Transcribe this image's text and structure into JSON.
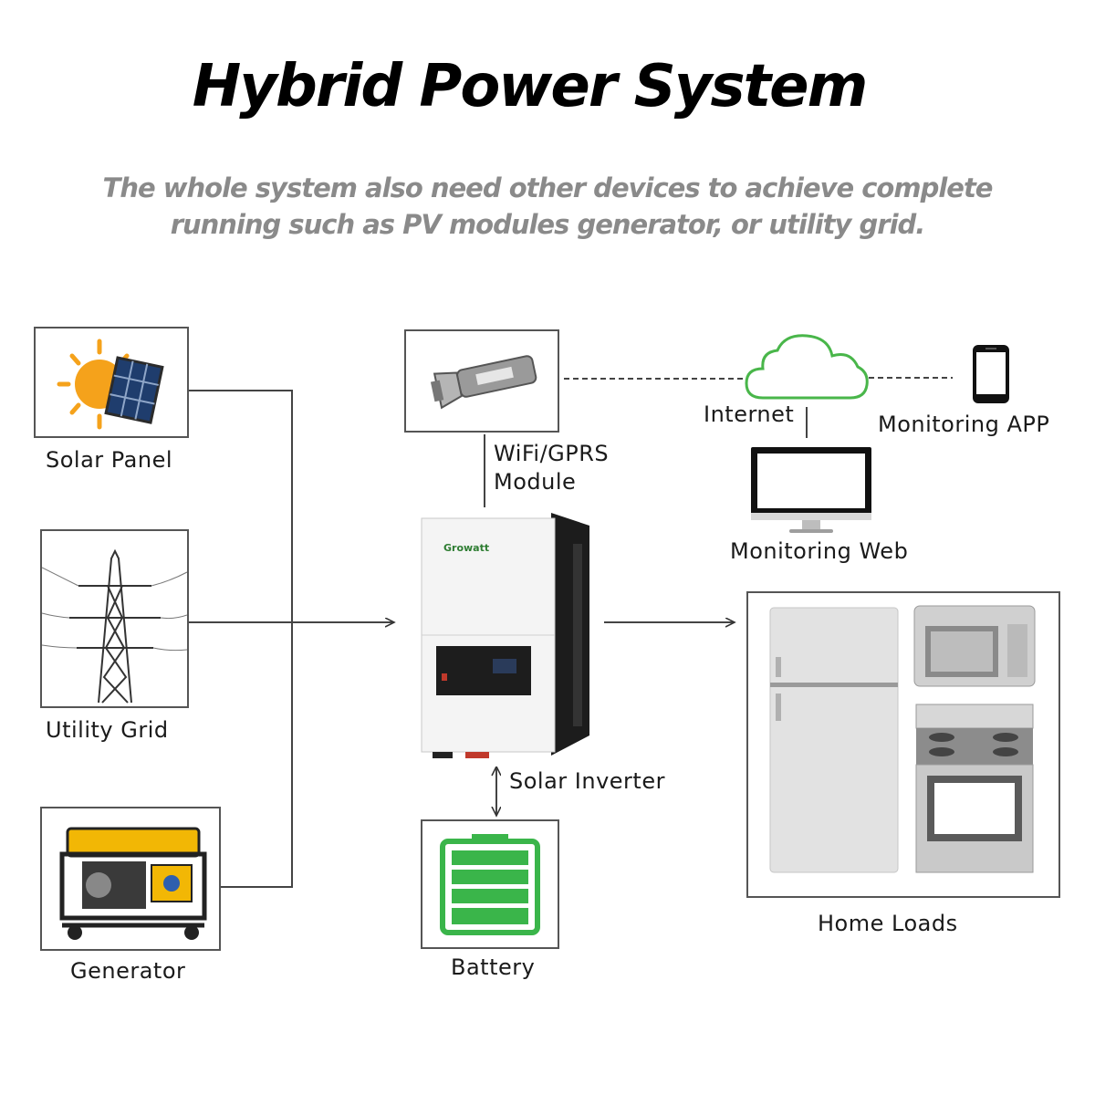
{
  "title": "Hybrid Power System",
  "subtitle": {
    "line1": "The whole system also need other devices to achieve complete",
    "line2": "running such as PV modules generator, or utility grid."
  },
  "nodes": {
    "solar_panel": "Solar Panel",
    "utility_grid": "Utility Grid",
    "generator": "Generator",
    "wifi_module_line1": "WiFi/GPRS",
    "wifi_module_line2": "Module",
    "internet": "Internet",
    "monitoring_app": "Monitoring APP",
    "monitoring_web": "Monitoring Web",
    "solar_inverter": "Solar Inverter",
    "battery": "Battery",
    "home_loads": "Home Loads"
  },
  "inverter_brand": "Growatt",
  "colors": {
    "cloud": "#49b64a",
    "battery": "#3ab54a",
    "sun": "#f5a21b",
    "generator": "#f2b705"
  }
}
